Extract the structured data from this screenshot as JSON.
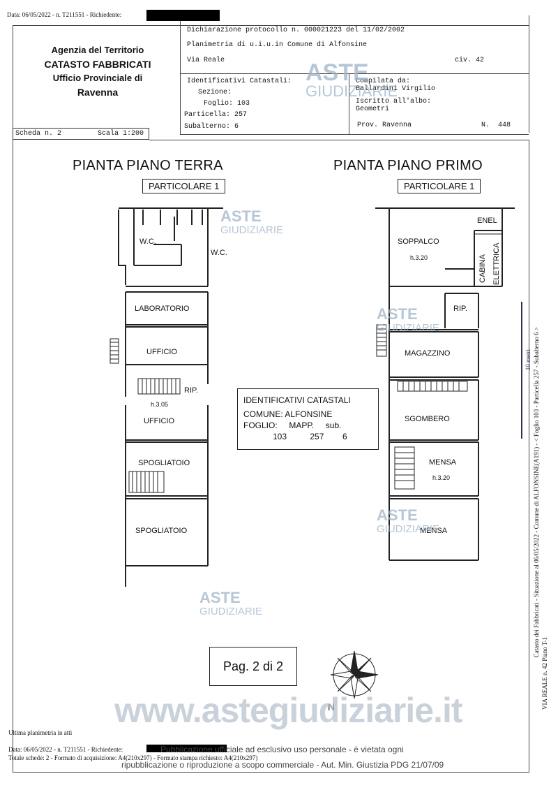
{
  "top_line": {
    "text": "Data: 06/05/2022 - n. T211551 - Richiedente:"
  },
  "agency": {
    "line1": "Agenzia del Territorio",
    "line2": "CATASTO FABBRICATI",
    "line3": "Ufficio Provinciale di",
    "line4": "Ravenna"
  },
  "header": {
    "dichiarazione": "Dichiarazione protocollo n. 000021223 del 11/02/2002",
    "planimetria": "Planimetria di u.i.u.in Comune di Alfonsine",
    "via": "Via Reale",
    "civ": "civ. 42",
    "identificativi_label": "Identificativi Catastali:",
    "sezione": "Sezione:",
    "foglio": "Foglio: 103",
    "particella": "Particella: 257",
    "subalterno": "Subalterno: 6",
    "compilata_label": "Compilata da:",
    "compilata_nome": "Ballardini Virgilio",
    "iscritto_label": "Iscritto all'albo:",
    "iscritto_val": "Geometri",
    "prov": "Prov. Ravenna",
    "numero": "N.  448"
  },
  "scheda": {
    "scheda": "Scheda n. 2",
    "scala": "Scala 1:200"
  },
  "plan_left": {
    "title": "PIANTA PIANO TERRA",
    "particolare": "PARTICOLARE 1",
    "rooms": {
      "wc1": "W.C.",
      "wc2": "W.C.",
      "laboratorio": "LABORATORIO",
      "ufficio1": "UFFICIO",
      "rip": "RIP.",
      "height": "h.3.05",
      "ufficio2": "UFFICIO",
      "spogliatoio1": "SPOGLIATOIO",
      "spogliatoio2": "SPOGLIATOIO"
    }
  },
  "plan_right": {
    "title": "PIANTA PIANO PRIMO",
    "particolare": "PARTICOLARE 1",
    "rooms": {
      "enel": "ENEL",
      "soppalco": "SOPPALCO",
      "soppalco_h": "h.3.20",
      "cabina": "CABINA",
      "elettrica": "ELETTRICA",
      "rip": "RIP.",
      "magazzino": "MAGAZZINO",
      "sgombero": "SGOMBERO",
      "mensa1": "MENSA",
      "mensa_h": "h.3.20",
      "mensa2": "MENSA"
    }
  },
  "id_box": {
    "title": "IDENTIFICATIVI CATASTALI",
    "comune": "COMUNE: ALFONSINE",
    "labels": "FOGLIO:     MAPP.     sub.",
    "values": "103          257        6"
  },
  "page": {
    "label": "Pag. 2 di 2"
  },
  "compass": {
    "north": "N"
  },
  "scale_bar": {
    "label": "10 metri"
  },
  "side_text": {
    "line1": "Catasto dei Fabbricati - Situazione al 06/05/2022 - Comune di ALFONSINE(A191) - < Foglio 103 - Particella 257 - Subalterno 6 >",
    "line2": "VIA REALE n. 42 Piano T-1"
  },
  "watermark": {
    "aste": "ASTE",
    "giudiziarie": "GIUDIZIARIE",
    "url": "www.astegiudiziarie.it"
  },
  "footer": {
    "ultima": "Ultima planimetria in atti",
    "data": "Data: 06/05/2022 - n. T211551 - Richiedente:",
    "totale": "Totale schede: 2 - Formato di acquisizione: A4(210x297)  - Formato stampa richiesto: A4(210x297)",
    "pubblicazione1": "Pubblicazione ufficiale ad esclusivo uso personale - è vietata ogni",
    "pubblicazione2": "ripubblicazione o riproduzione a scopo commerciale - Aut. Min. Giustizia PDG 21/07/09"
  }
}
